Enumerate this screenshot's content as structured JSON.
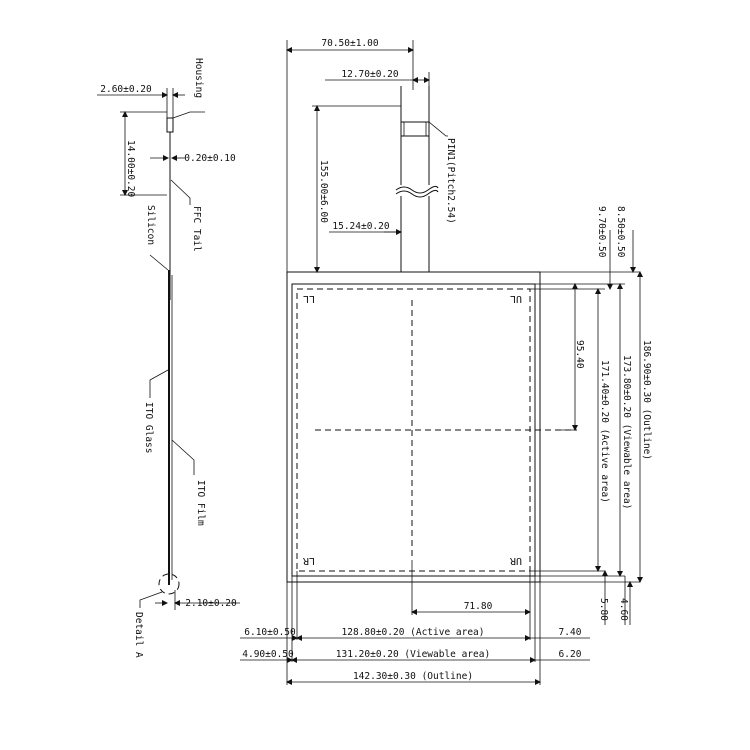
{
  "dimensions": {
    "tail_width": "70.50±1.00",
    "pin_width": "12.70±0.20",
    "tail_length": "155.00±6.00",
    "tail_offset": "15.24±0.20",
    "pin_note": "PIN1(Pitch2.54)",
    "top_offset_outline": "8.50±0.50",
    "top_offset_viewable": "9.70±0.50",
    "center_height": "95.40",
    "active_height": "171.40±0.20 (Active area)",
    "viewable_height": "173.80±0.20 (Viewable area)",
    "outline_height": "186.90±0.30 (Outline)",
    "bottom_offset_active": "5.80",
    "bottom_offset_outline": "4.60",
    "center_width": "71.80",
    "left_active": "6.10±0.50",
    "active_width": "128.80±0.20 (Active area)",
    "right_active": "7.40",
    "left_viewable": "4.90±0.50",
    "viewable_width": "131.20±0.20 (Viewable area)",
    "right_viewable": "6.20",
    "outline_width": "142.30±0.30 (Outline)"
  },
  "corners": {
    "ul": "UL",
    "ll": "LL",
    "lr": "LR",
    "ur": "UR"
  },
  "side_view": {
    "housing_width": "2.60±0.20",
    "housing_label": "Housing",
    "housing_height": "14.00±0.20",
    "tail_thickness": "0.20±0.10",
    "ffc_label": "FFC Tail",
    "silicon_label": "Silicon",
    "ito_glass_label": "ITO Glass",
    "ito_film_label": "ITO Film",
    "detail_label": "Detail A",
    "bottom_thickness": "2.10±0.20"
  }
}
